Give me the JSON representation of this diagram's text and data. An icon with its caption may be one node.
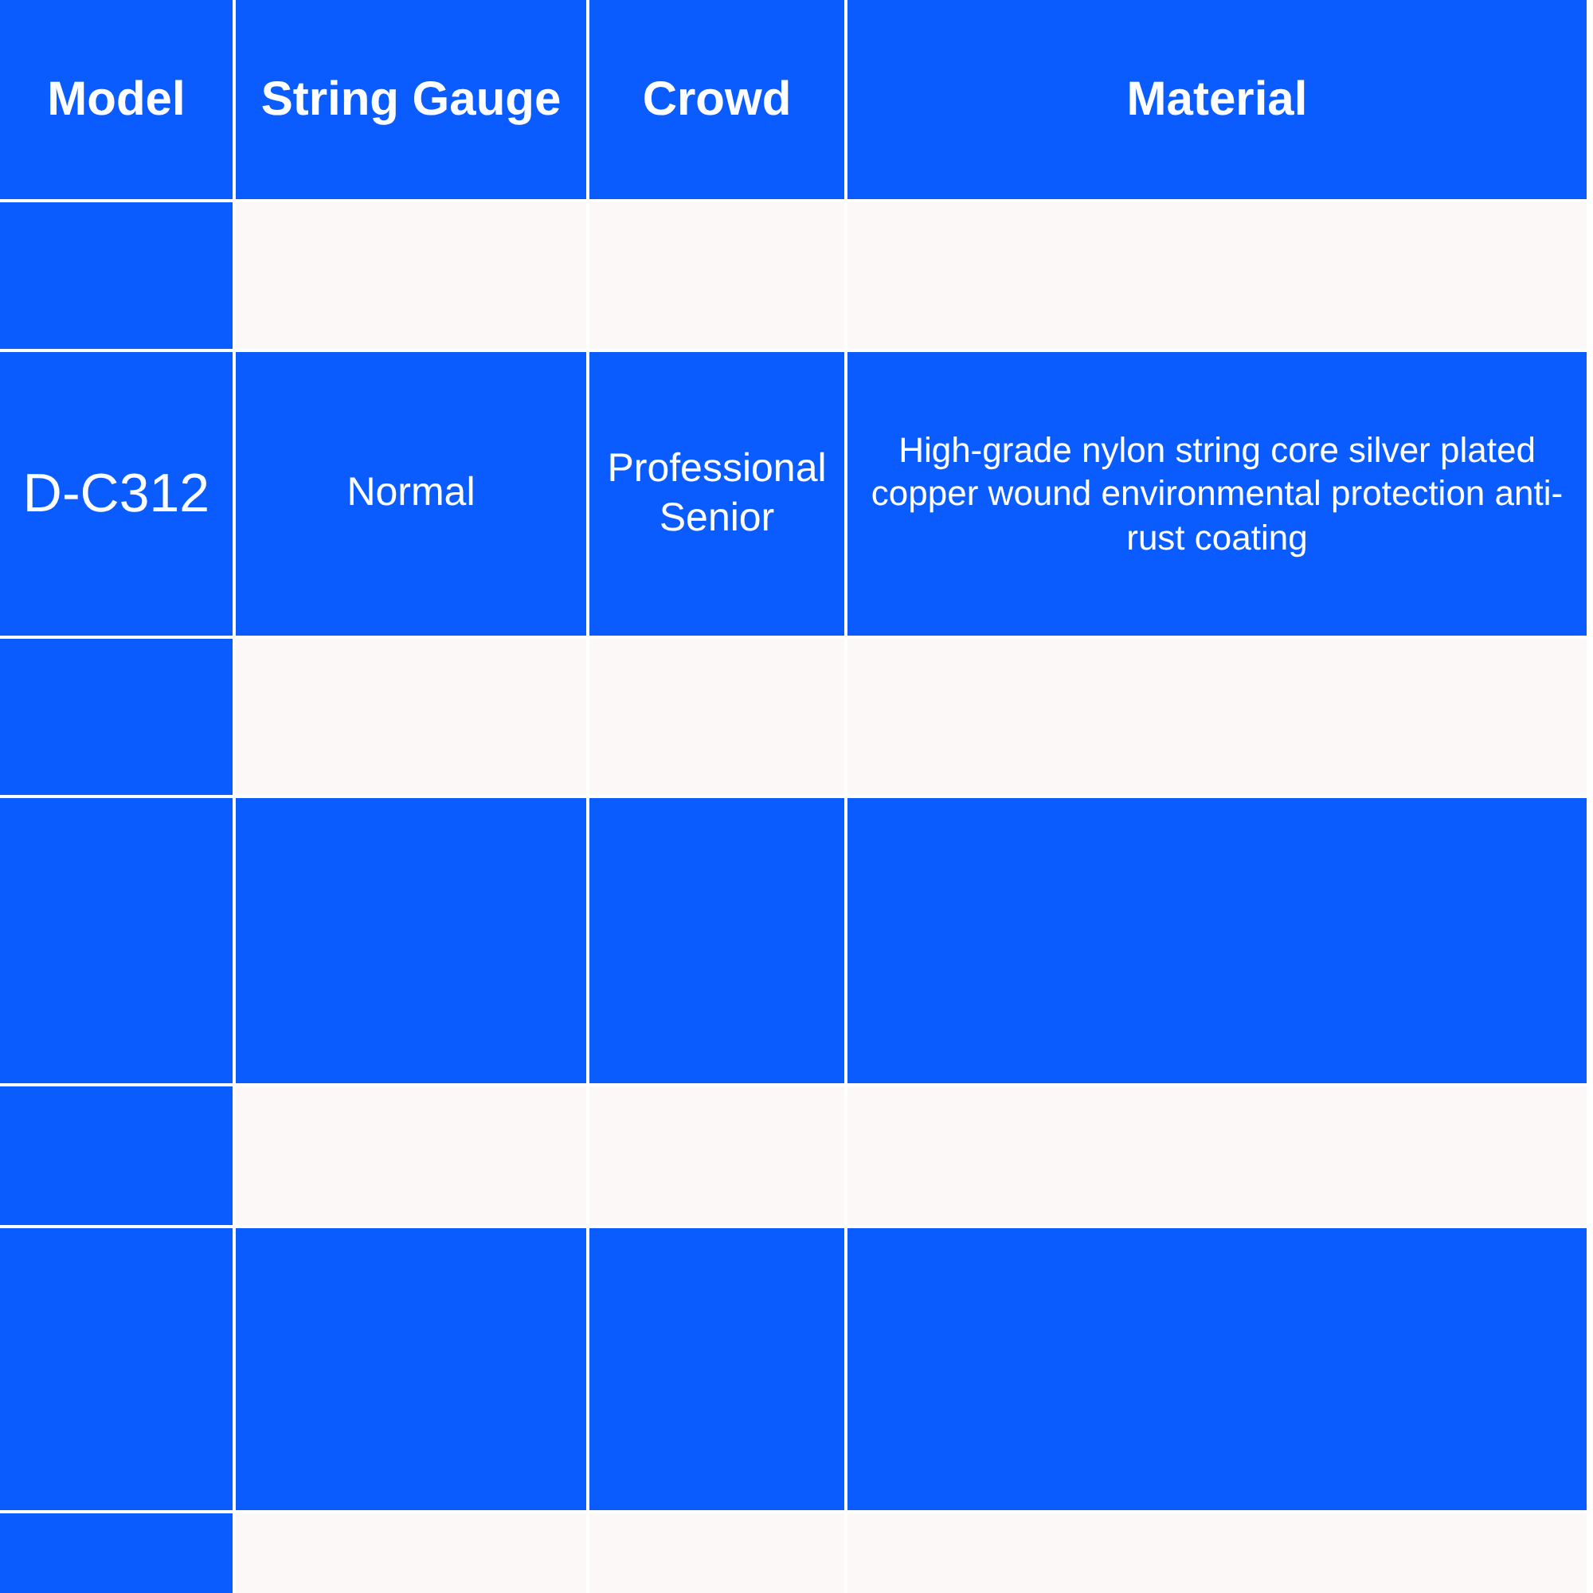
{
  "diagram": {
    "labels": [
      "Model",
      "String Gauge",
      "Crowd",
      "Material",
      "D-C312",
      "Normal",
      "Professional Senior",
      "High-grade nylon string core silver plated copper wound environmental protection anti-rust coating"
    ]
  }
}
